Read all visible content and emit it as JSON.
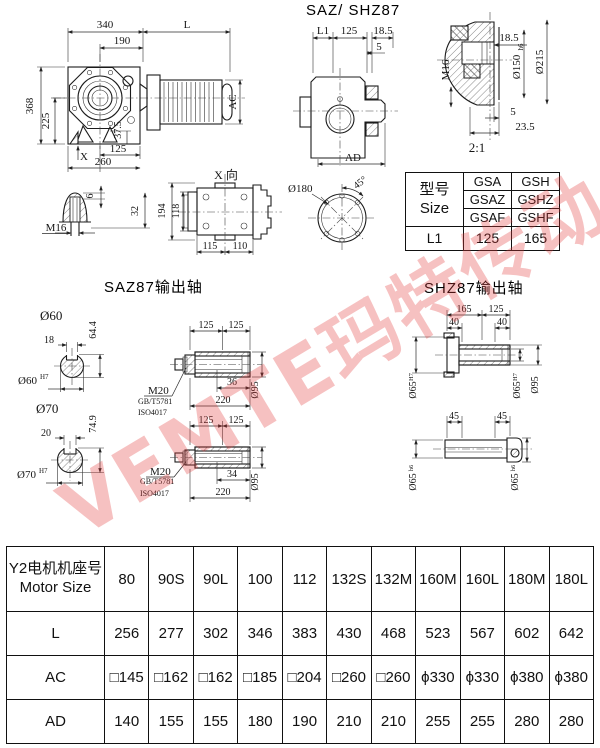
{
  "doc": {
    "title": "SAZ/ SHZ87",
    "watermark": "VEMTE玛特传动",
    "saz_title": "SAZ87输出轴",
    "shz_title": "SHZ87输出轴",
    "xview_title": "X 向",
    "scale_note": "2:1"
  },
  "front": {
    "d340": "340",
    "dL": "L",
    "d190": "190",
    "d368": "368",
    "d225": "225",
    "d37_5": "37.5",
    "d125": "125",
    "dX": "X",
    "d260": "260",
    "dAC": "AC"
  },
  "side": {
    "dL1": "L1",
    "d125": "125",
    "d18_5": "18.5",
    "d5": "5",
    "dAD": "AD"
  },
  "section": {
    "d18_5": "18.5",
    "dM16": "M16",
    "d150": "Ø150",
    "d150_tol": "h6",
    "d215": "Ø215",
    "d5": "5",
    "d23_5": "23.5"
  },
  "m16d": {
    "dM16": "M16",
    "d6": "6",
    "d32": "32"
  },
  "xview": {
    "d194": "194",
    "d118": "118",
    "d115": "115",
    "d110": "110"
  },
  "flange": {
    "d180": "Ø180",
    "d45": "45°"
  },
  "size_table": {
    "type_cn": "型号",
    "type_en": "Size",
    "col1": [
      "GSA",
      "GSAZ",
      "GSAF"
    ],
    "col2": [
      "GSH",
      "GSHZ",
      "GSHF"
    ],
    "l1": "L1",
    "l1_a": "125",
    "l1_b": "165"
  },
  "saz1": {
    "dia": "Ø60",
    "key": "18",
    "height": "64.4",
    "bore": "Ø60",
    "bore_tol": "H7",
    "t1": "125",
    "t2": "125",
    "depth": "36",
    "len": "220",
    "d95": "Ø95",
    "bolt": "M20",
    "std1": "GB/T5781",
    "std2": "ISO4017"
  },
  "saz2": {
    "dia": "Ø70",
    "key": "20",
    "height": "74.9",
    "bore": "Ø70",
    "bore_tol": "H7",
    "t1": "125",
    "t2": "125",
    "depth": "34",
    "len": "220",
    "d95": "Ø95",
    "bolt": "M20",
    "std1": "GB/T5781",
    "std2": "ISO4017"
  },
  "shz_u": {
    "t165": "165",
    "t125": "125",
    "w40l": "40",
    "w40r": "40",
    "dl": "Ø65",
    "dl_tol": "H7",
    "dr": "Ø65",
    "dr_tol": "H7",
    "d95": "Ø95"
  },
  "shz_l": {
    "w45l": "45",
    "w45r": "45",
    "dl": "Ø65",
    "dl_tol": "h6",
    "dr": "Ø65",
    "dr_tol": "h6"
  },
  "motor_table": {
    "head_cn": "Y2电机机座号",
    "head_en": "Motor Size",
    "sizes": [
      "80",
      "90S",
      "90L",
      "100",
      "112",
      "132S",
      "132M",
      "160M",
      "160L",
      "180M",
      "180L"
    ],
    "L": {
      "label": "L",
      "v": [
        "256",
        "277",
        "302",
        "346",
        "383",
        "430",
        "468",
        "523",
        "567",
        "602",
        "642"
      ]
    },
    "AC": {
      "label": "AC",
      "v": [
        "□145",
        "□162",
        "□162",
        "□185",
        "□204",
        "□260",
        "□260",
        "ϕ330",
        "ϕ330",
        "ϕ380",
        "ϕ380"
      ]
    },
    "AD": {
      "label": "AD",
      "v": [
        "140",
        "155",
        "155",
        "180",
        "190",
        "210",
        "210",
        "255",
        "255",
        "280",
        "280"
      ]
    }
  }
}
